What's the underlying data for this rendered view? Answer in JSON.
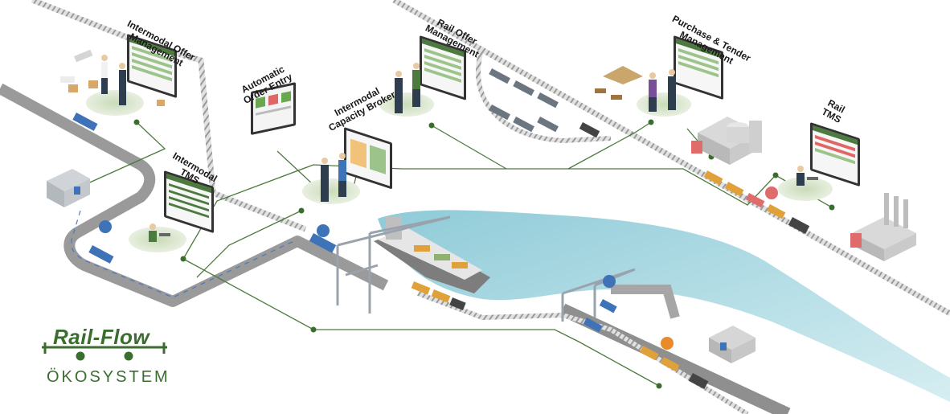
{
  "labels": {
    "intermodal_offer": [
      "Intermodal Offer",
      "Management"
    ],
    "intermodal_tms": [
      "Intermodal",
      "TMS"
    ],
    "automatic_order": [
      "Automatic",
      "Order Entry"
    ],
    "rail_offer": [
      "Rail Offer",
      "Management"
    ],
    "capacity_broker": [
      "Intermodal",
      "Capacity Broker"
    ],
    "purchase_tender": [
      "Purchase & Tender",
      "Management"
    ],
    "rail_tms": [
      "Rail",
      "TMS"
    ]
  },
  "brand": {
    "title": "Rail-Flow",
    "subtitle": "ÖKOSYSTEM"
  },
  "colors": {
    "accent_green": "#3a6e2f",
    "network_line": "#4d7a3e",
    "water": "#a9d6e0",
    "road": "#8f8f8f",
    "rail": "#b7b7b7",
    "platform": "#dfe8d4",
    "container_orange": "#e0a03a",
    "pin_blue": "#3e73b8",
    "pin_orange": "#e88b2b",
    "pin_red": "#e06b6b"
  }
}
